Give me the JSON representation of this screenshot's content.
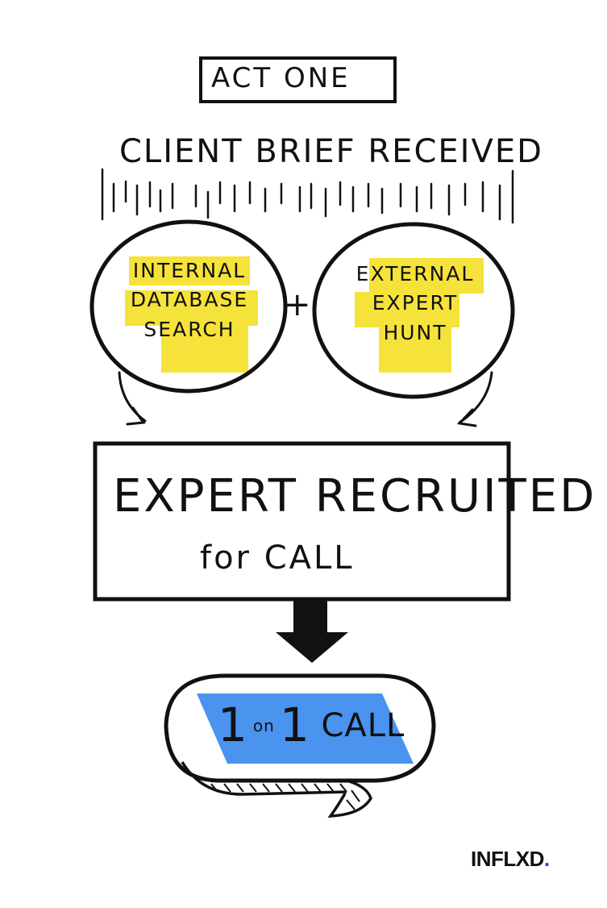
{
  "act_label": "ACT ONE",
  "brief_label": "CLIENT BRIEF RECEIVED",
  "internal_circle": {
    "line1": "INTERNAL",
    "line2": "DATABASE",
    "line3": "SEARCH"
  },
  "plus": "+",
  "external_circle": {
    "line1": "EXTERNAL",
    "line2": "EXPERT",
    "line3": "HUNT"
  },
  "recruited_box": {
    "line1": "EXPERT RECRUITED",
    "line2": "for CALL"
  },
  "call_bubble": {
    "num1": "1",
    "on": "on",
    "num2": "1",
    "call": "CALL"
  },
  "brand": {
    "name": "INFLXD",
    "dot": "."
  },
  "colors": {
    "ink": "#111111",
    "highlight_yellow": "#f5e23a",
    "highlight_blue": "#4a93ee",
    "brand_dot": "#2a3ee0",
    "background": "#ffffff"
  }
}
